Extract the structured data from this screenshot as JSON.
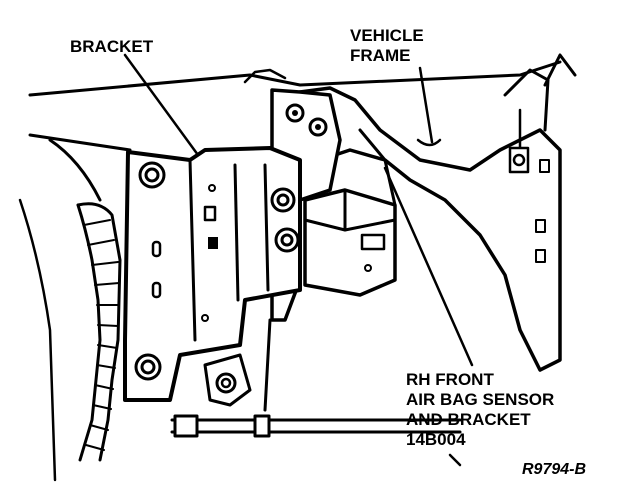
{
  "labels": {
    "bracket": "BRACKET",
    "vehicle_frame_line1": "VEHICLE",
    "vehicle_frame_line2": "FRAME",
    "sensor_line1": "RH FRONT",
    "sensor_line2": "AIR BAG SENSOR",
    "sensor_line3": "AND BRACKET",
    "sensor_line4": "14B004"
  },
  "reference_code": "R9794-B",
  "colors": {
    "ink": "#000000",
    "paper": "#ffffff"
  }
}
